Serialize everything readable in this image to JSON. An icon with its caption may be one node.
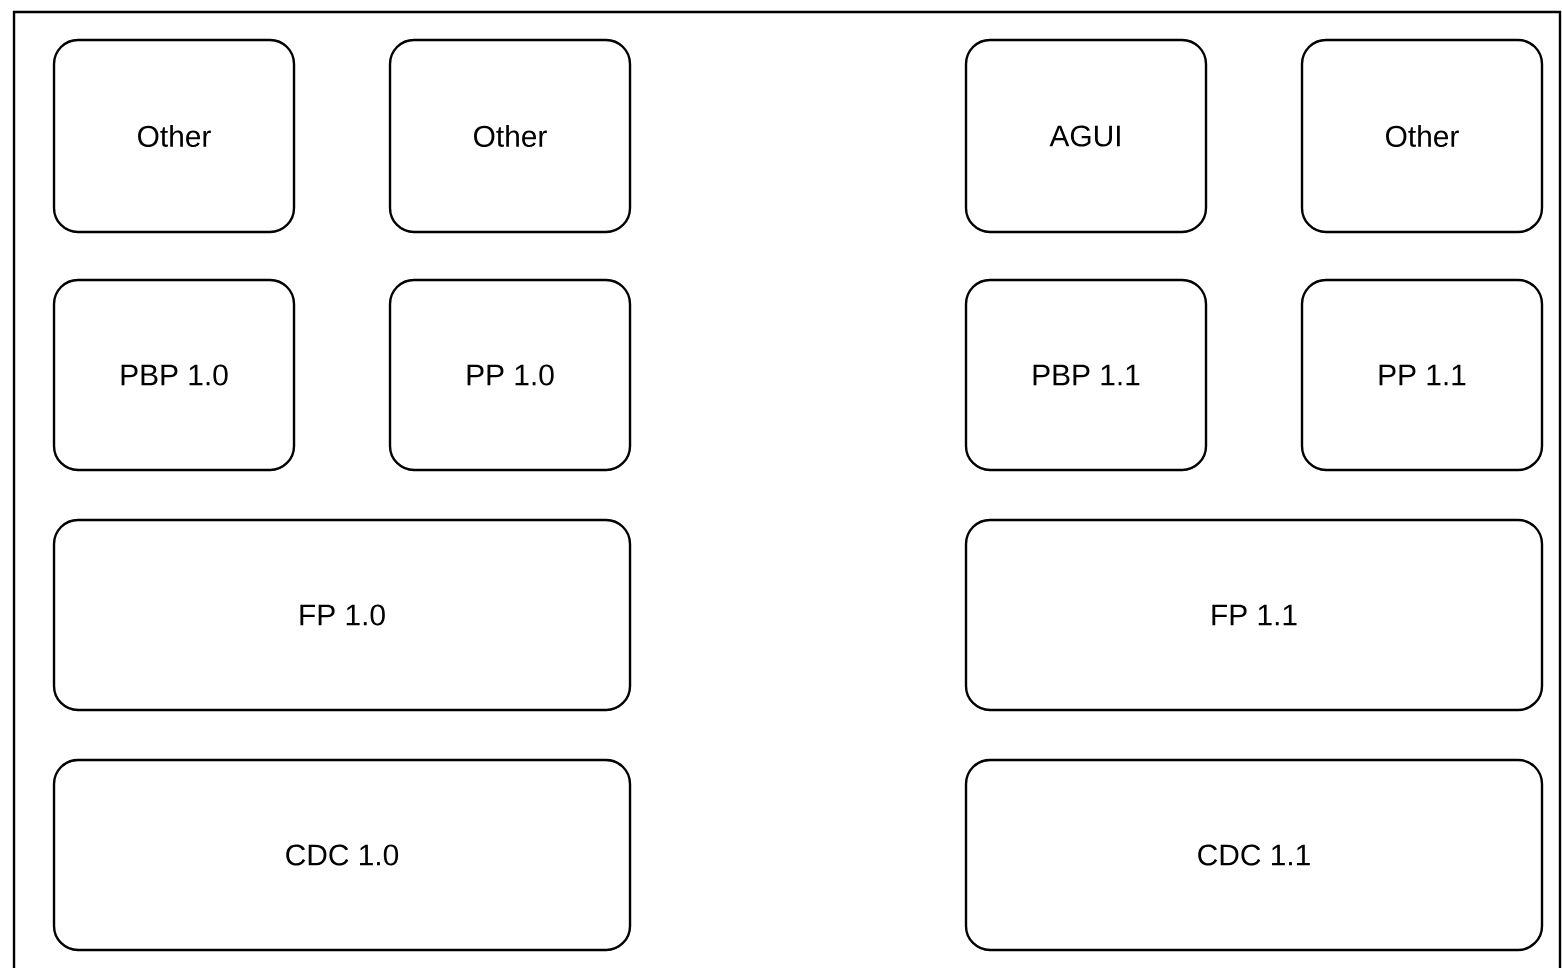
{
  "diagram": {
    "nodes": [
      {
        "text": [
          "Other"
        ]
      },
      {
        "text": [
          "Other"
        ]
      },
      {
        "text": [
          "AGUI"
        ]
      },
      {
        "text": [
          "Other"
        ]
      },
      {
        "text": [
          "PBP 1.0"
        ]
      },
      {
        "text": [
          "PP 1.0"
        ]
      },
      {
        "text": [
          "PBP 1.1"
        ]
      },
      {
        "text": [
          "PP 1.1"
        ]
      },
      {
        "text": [
          "FP 1.0"
        ]
      },
      {
        "text": [
          "FP 1.1"
        ]
      },
      {
        "text": [
          "CDC 1.0"
        ]
      },
      {
        "text": [
          "CDC 1.1"
        ]
      }
    ]
  }
}
